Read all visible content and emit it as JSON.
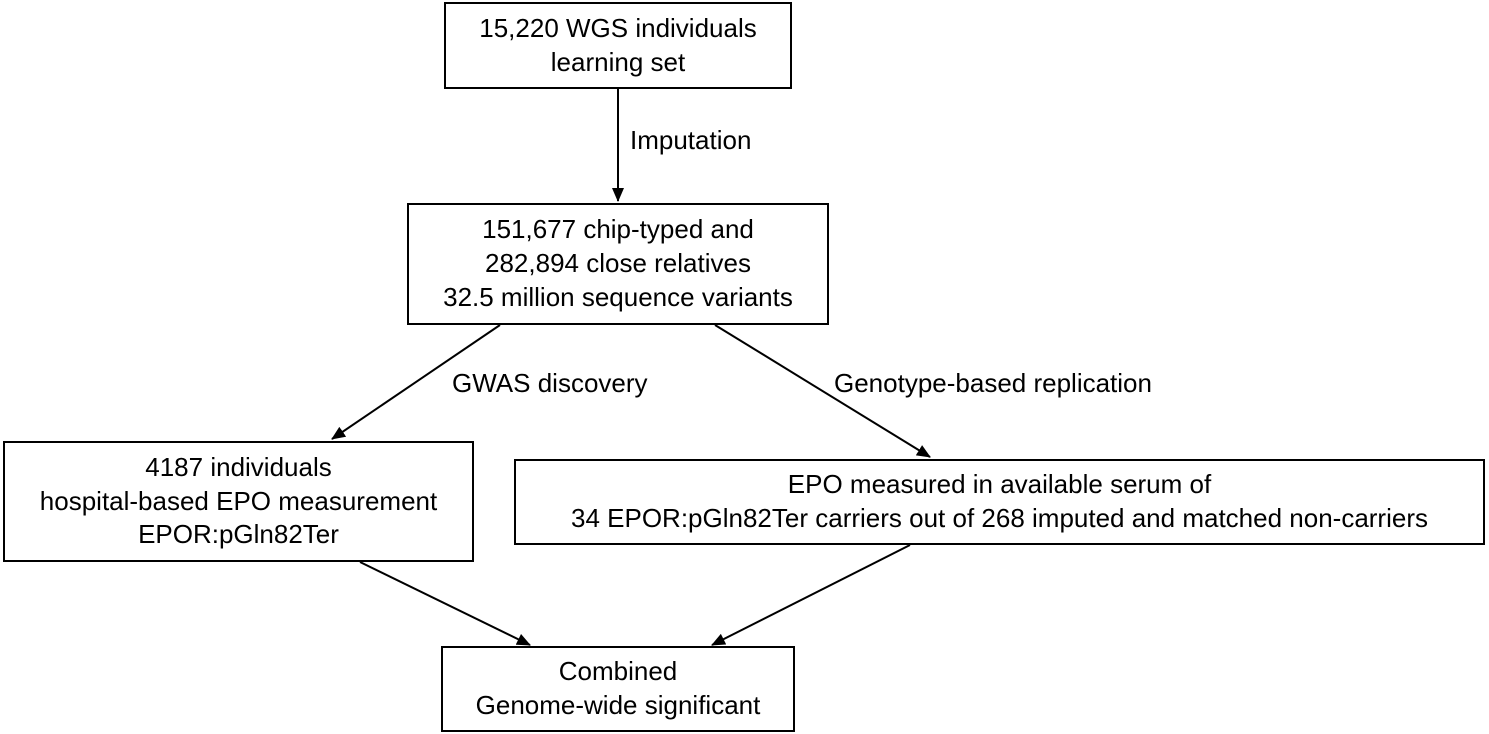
{
  "nodes": {
    "learning_set": {
      "lines": [
        "15,220 WGS individuals",
        "learning set"
      ]
    },
    "imputed": {
      "lines": [
        "151,677 chip-typed and",
        "282,894 close relatives",
        "32.5 million sequence variants"
      ]
    },
    "gwas": {
      "lines": [
        "4187 individuals",
        "hospital-based EPO measurement",
        "EPOR:pGln82Ter"
      ]
    },
    "replication": {
      "lines": [
        "EPO measured in available serum of",
        "34 EPOR:pGln82Ter carriers out of 268 imputed and matched non-carriers"
      ]
    },
    "combined": {
      "lines": [
        "Combined",
        "Genome-wide significant"
      ]
    }
  },
  "edges": {
    "imputation": {
      "label": "Imputation"
    },
    "gwas_discovery": {
      "label": "GWAS discovery"
    },
    "replication": {
      "label": "Genotype-based replication"
    }
  }
}
